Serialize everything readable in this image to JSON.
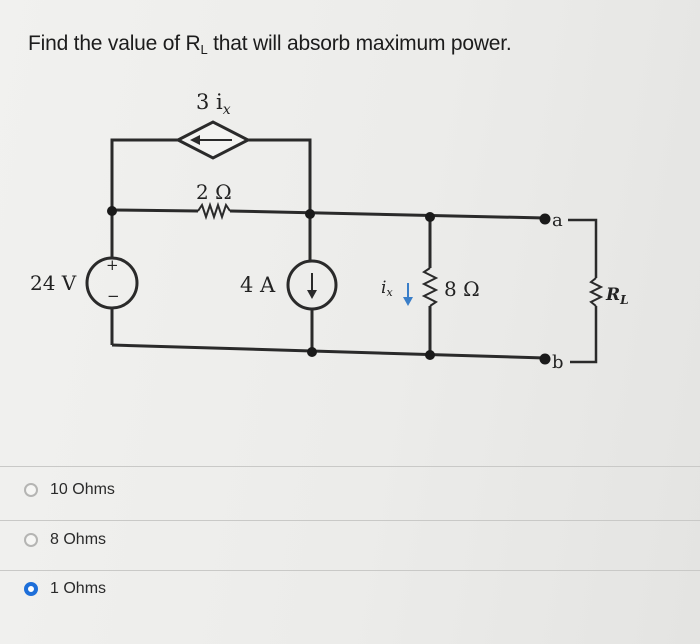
{
  "question": {
    "text_before": "Find the value of R",
    "subscript": "L",
    "text_after": " that will absorb maximum power."
  },
  "circuit": {
    "dependent_source": "3 i",
    "dependent_source_sub": "x",
    "resistor_2": "2 Ω",
    "voltage_source": "24 V",
    "voltage_plus": "+",
    "voltage_minus": "−",
    "current_source": "4 A",
    "current_label": "i",
    "current_label_sub": "x",
    "resistor_8": "8 Ω",
    "terminal_a": "a",
    "terminal_b": "b",
    "load": "R",
    "load_sub": "L"
  },
  "options": [
    {
      "label": "10 Ohms",
      "selected": false
    },
    {
      "label": "8 Ohms",
      "selected": false
    },
    {
      "label": "1 Ohms",
      "selected": true
    }
  ],
  "colors": {
    "accent": "#1e6fd9",
    "current_arrow": "#3a7ec8"
  }
}
